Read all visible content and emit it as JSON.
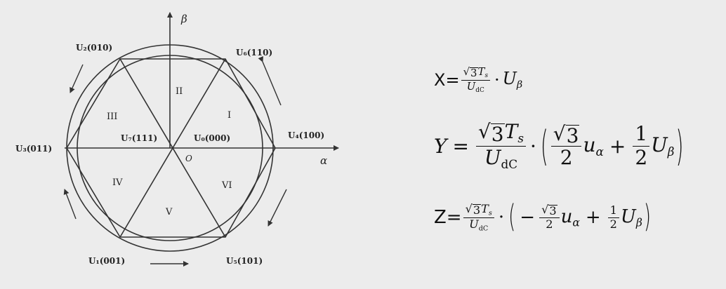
{
  "diagram": {
    "axes": {
      "alpha": "α",
      "beta": "β",
      "origin": "O"
    },
    "sectors": [
      "I",
      "II",
      "III",
      "IV",
      "V",
      "VI"
    ],
    "vectors": {
      "u0": "U₀(000)",
      "u1": "U₁(001)",
      "u2": "U₂(010)",
      "u3": "U₃(011)",
      "u4": "U₄(100)",
      "u5": "U₅(101)",
      "u6": "U₆(110)",
      "u7": "U₇(111)"
    }
  },
  "equations": {
    "x": {
      "lhs": "X=",
      "num_sqrt": "3",
      "num_T": "T",
      "num_T_sub": "s",
      "den_U": "U",
      "den_sub": "dC",
      "dot": "·",
      "rhs_U": "U",
      "rhs_sub": "β"
    },
    "y": {
      "lhs": "Y",
      "eq": "=",
      "num_sqrt": "3",
      "num_T": "T",
      "num_T_sub": "s",
      "den_U": "U",
      "den_sub": "dC",
      "dot": "·",
      "lparen": "(",
      "f1_num": "3",
      "f1_den": "2",
      "u_alpha": "u",
      "alpha_sub": "α",
      "plus": "+",
      "f2_num": "1",
      "f2_den": "2",
      "U_beta": "U",
      "beta_sub": "β",
      "rparen": ")"
    },
    "z": {
      "lhs": "Z=",
      "num_sqrt": "3",
      "num_T": "T",
      "num_T_sub": "s",
      "den_U": "U",
      "den_sub": "dC",
      "dot": "·",
      "lparen": "(",
      "minus": "−",
      "f1_num": "3",
      "f1_den": "2",
      "u_alpha": "u",
      "alpha_sub": "α",
      "plus": "+",
      "f2_num": "1",
      "f2_den": "2",
      "U_beta": "U",
      "beta_sub": "β",
      "rparen": ")"
    }
  }
}
